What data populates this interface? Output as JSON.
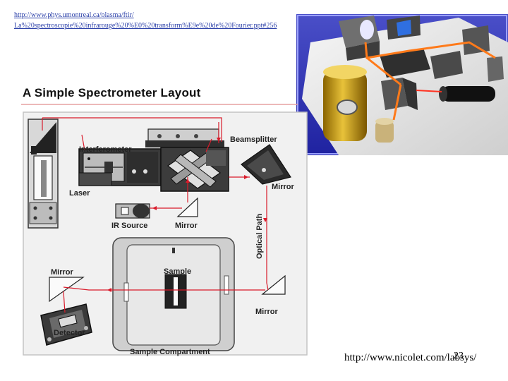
{
  "source_url": {
    "line1": "http://www.phys.umontreal.ca/plasma/ftir/",
    "line2": "La%20spectroscopie%20infrarouge%20%E0%20transform%E9e%20de%20Fourier.ppt#256"
  },
  "diagram": {
    "title": "A Simple Spectrometer Layout",
    "labels": {
      "interferometer": "Interferometer",
      "beamsplitter": "Beamsplitter",
      "laser": "Laser",
      "mirror_right": "Mirror",
      "ir_source": "IR Source",
      "mirror_middle": "Mirror",
      "optical_path": "Optical Path",
      "mirror_left": "Mirror",
      "sample": "Sample",
      "mirror_bottom": "Mirror",
      "detector": "Detector",
      "sample_compartment": "Sample Compartment"
    },
    "colors": {
      "beam": "#d91a2a",
      "panel": "#f1f1f1",
      "rule": "#e6a1a1"
    }
  },
  "footer": {
    "url": "http://www.nicolet.com/labsys/",
    "page_number": "23"
  }
}
